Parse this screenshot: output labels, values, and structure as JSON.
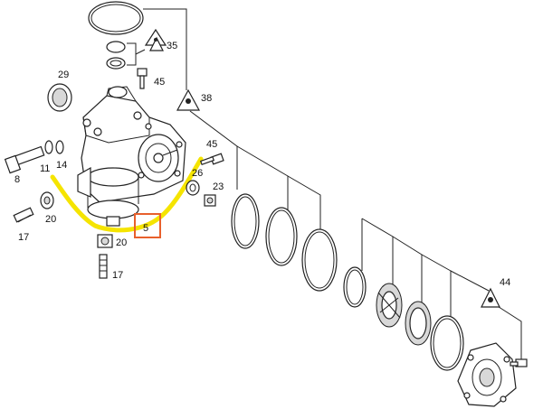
{
  "diagram": {
    "labels": {
      "p35": "35",
      "p45a": "45",
      "p29": "29",
      "p38": "38",
      "p11": "11",
      "p14": "14",
      "p8": "8",
      "p45b": "45",
      "p26": "26",
      "p23": "23",
      "p20a": "20",
      "p17a": "17",
      "p5": "5",
      "p20b": "20",
      "p17b": "17",
      "p44": "44"
    },
    "colors": {
      "highlight_outline": "#f5e400",
      "selection_box": "#e8602c",
      "line": "#222222"
    }
  }
}
